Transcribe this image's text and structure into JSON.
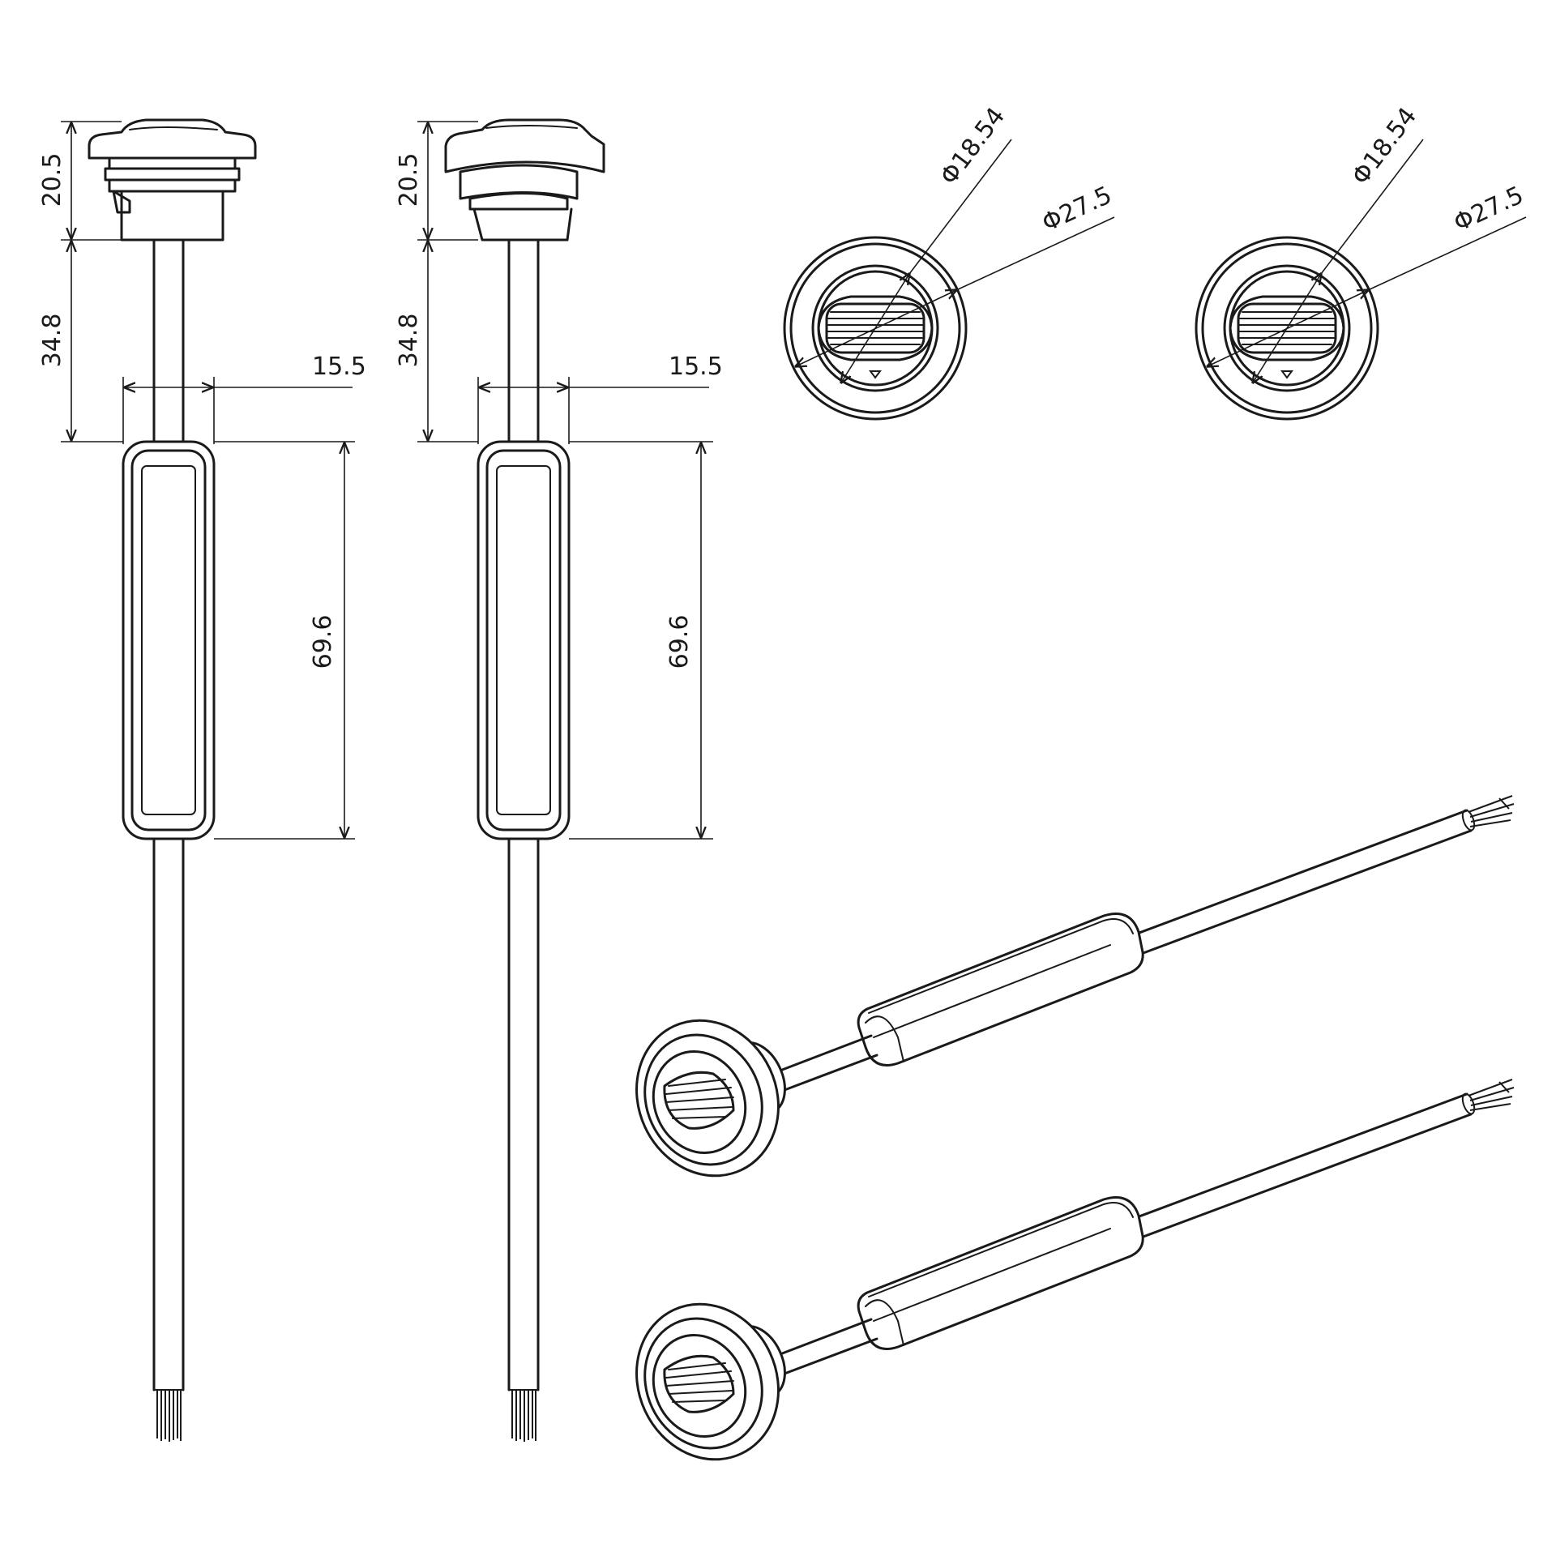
{
  "dimensions": {
    "side_a": {
      "head_height": "20.5",
      "stem_length": "34.8",
      "body_width": "15.5",
      "body_length": "69.6"
    },
    "side_b": {
      "head_height": "20.5",
      "stem_length": "34.8",
      "body_width": "15.5",
      "body_length": "69.6"
    },
    "front_a": {
      "inner_diameter": "Φ18.54",
      "outer_diameter": "Φ27.5"
    },
    "front_b": {
      "inner_diameter": "Φ18.54",
      "outer_diameter": "Φ27.5"
    }
  },
  "colors": {
    "line": "#1a1a1a",
    "background": "#ffffff"
  }
}
